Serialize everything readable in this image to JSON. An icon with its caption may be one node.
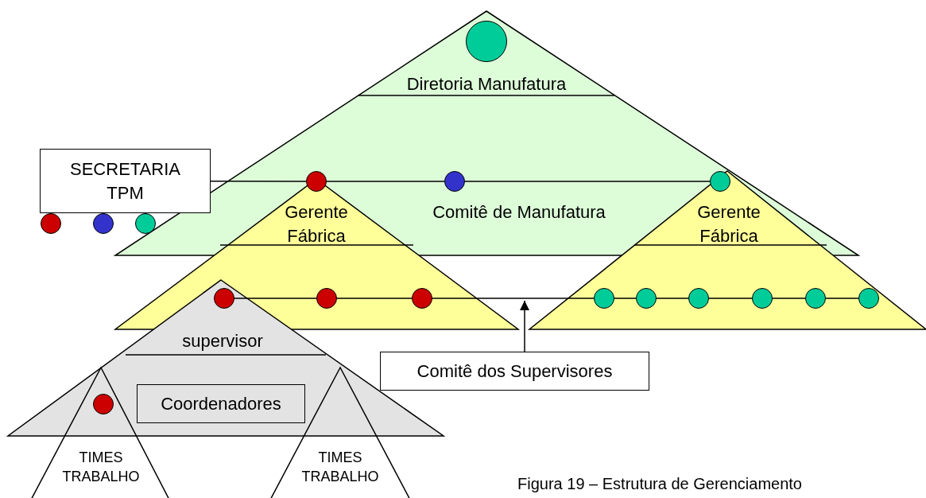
{
  "diagram": {
    "caption": "Figura 19 – Estrutura de Gerenciamento",
    "nodes": [
      {
        "text": [
          "Diretoria Manufatura",
          "Comitê de Manufatura"
        ]
      },
      {
        "text": [
          "SECRETARIA TPM"
        ]
      },
      {
        "text": [
          "Gerente Fábrica"
        ]
      },
      {
        "text": [
          "Gerente Fábrica"
        ]
      },
      {
        "text": [
          "supervisor"
        ]
      },
      {
        "text": [
          "Coordenadores"
        ],
        "in": 4
      },
      {
        "text": [
          "TIMES TRABALHO"
        ]
      },
      {
        "text": [
          "TIMES TRABALHO"
        ]
      },
      {
        "text": [
          "Comitê dos Supervisores"
        ]
      },
      {
        "text": [],
        "shape": "circle",
        "in": 0
      },
      {
        "text": [],
        "shape": "circle",
        "in": 0
      },
      {
        "text": [],
        "shape": "circle",
        "in": 0
      },
      {
        "text": [],
        "shape": "circle"
      },
      {
        "text": [],
        "shape": "circle"
      },
      {
        "text": [],
        "shape": "circle"
      },
      {
        "text": [],
        "shape": "circle"
      },
      {
        "text": [],
        "shape": "circle"
      },
      {
        "text": [],
        "shape": "circle",
        "in": 2
      },
      {
        "text": [],
        "shape": "circle",
        "in": 2
      },
      {
        "text": [],
        "shape": "circle",
        "in": 3
      },
      {
        "text": [],
        "shape": "circle",
        "in": 3
      },
      {
        "text": [],
        "shape": "circle",
        "in": 3
      },
      {
        "text": [],
        "shape": "circle",
        "in": 3
      },
      {
        "text": [],
        "shape": "circle",
        "in": 3
      },
      {
        "text": [],
        "shape": "circle",
        "in": 3
      },
      {
        "text": [],
        "shape": "circle"
      }
    ],
    "edges": [
      {
        "from": 8,
        "to": null,
        "arrow": "to"
      },
      {
        "from": 1,
        "to": 10,
        "arrow": "none"
      },
      {
        "from": 10,
        "to": 11,
        "arrow": "none"
      },
      {
        "from": 11,
        "to": 12,
        "arrow": "none"
      },
      {
        "from": 16,
        "to": 17,
        "arrow": "none"
      },
      {
        "from": 17,
        "to": 18,
        "arrow": "none"
      },
      {
        "from": 18,
        "to": 19,
        "arrow": "none"
      },
      {
        "from": 19,
        "to": 20,
        "arrow": "none"
      },
      {
        "from": 20,
        "to": 21,
        "arrow": "none"
      },
      {
        "from": 21,
        "to": 22,
        "arrow": "none"
      },
      {
        "from": 22,
        "to": 23,
        "arrow": "none"
      },
      {
        "from": 23,
        "to": 24,
        "arrow": "none"
      }
    ]
  }
}
